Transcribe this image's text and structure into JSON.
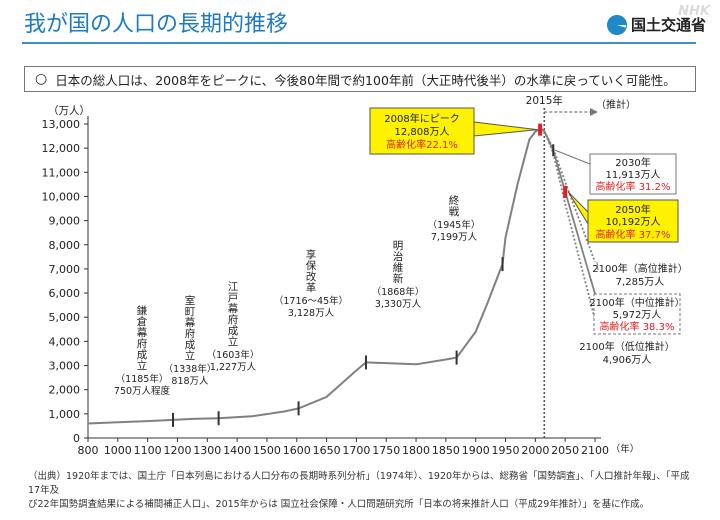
{
  "page": {
    "title": "我が国の人口の長期的推移",
    "ministry": "国土交通省",
    "watermark": "NHK",
    "summary_mark": "○",
    "summary": "日本の総人口は、2008年をピークに、今後80年間で約100年前（大正時代後半）の水準に戻っていく可能性。",
    "footer_line1": "（出典）1920年までは、国土庁「日本列島における人口分布の長期時系列分析」（1974年）、1920年からは、総務省「国勢調査」、「人口推計年報」、「平成17年及",
    "footer_line2": "び22年国勢調査結果による補間補正人口」、2015年からは 国立社会保障・人口問題研究所「日本の将来推計人口（平成29年推計）」を基に作成。"
  },
  "chart_data": {
    "type": "line",
    "ylabel": "（万人）",
    "xlabel": "（年）",
    "xlim": [
      800,
      2100
    ],
    "ylim": [
      0,
      13000
    ],
    "x_ticks": [
      800,
      1000,
      1100,
      1200,
      1300,
      1400,
      1500,
      1600,
      1650,
      1700,
      1750,
      1800,
      1850,
      1900,
      1950,
      2000,
      2050,
      2100
    ],
    "x_tick_labels": [
      "800",
      "1000",
      "1100",
      "1200",
      "1300",
      "1400",
      "1500",
      "1600",
      "1650",
      "1700",
      "1750",
      "1800",
      "1850",
      "1900",
      "1950",
      "2000",
      "2050",
      "2100"
    ],
    "y_ticks": [
      0,
      1000,
      2000,
      3000,
      4000,
      5000,
      6000,
      7000,
      8000,
      9000,
      10000,
      11000,
      12000,
      13000
    ],
    "y_tick_labels": [
      "0",
      "1,000",
      "2,000",
      "3,000",
      "4,000",
      "5,000",
      "6,000",
      "7,000",
      "8,000",
      "9,000",
      "10,000",
      "11,000",
      "12,000",
      "13,000"
    ],
    "grid": false,
    "colors": {
      "line": "#808080",
      "marker": "#333333",
      "peak": "#e02020",
      "callout_fill": "#fff200",
      "high_rate": "#e02020"
    },
    "series": [
      {
        "key": "historical",
        "x": [
          800,
          1000,
          1100,
          1185,
          1250,
          1338,
          1450,
          1560,
          1603,
          1650,
          1700,
          1716,
          1750,
          1800,
          1850,
          1868,
          1900,
          1920,
          1945,
          1950,
          1970,
          1990,
          2000,
          2008,
          2015
        ],
        "y": [
          600,
          650,
          700,
          750,
          790,
          818,
          900,
          1100,
          1227,
          1700,
          2800,
          3128,
          3100,
          3050,
          3250,
          3330,
          4400,
          5600,
          7199,
          8300,
          10500,
          12360,
          12690,
          12808,
          12710
        ]
      },
      {
        "key": "projection_high",
        "x": [
          2015,
          2030,
          2050,
          2100
        ],
        "y": [
          12710,
          12000,
          10600,
          7285
        ]
      },
      {
        "key": "projection_mid",
        "x": [
          2015,
          2030,
          2050,
          2100
        ],
        "y": [
          12710,
          11913,
          10192,
          5972
        ]
      },
      {
        "key": "projection_low",
        "x": [
          2015,
          2030,
          2050,
          2100
        ],
        "y": [
          12710,
          11800,
          9700,
          4906
        ]
      }
    ],
    "events": [
      {
        "year": 1185,
        "value": 750,
        "name": "鎌倉幕府成立",
        "detail": "（1185年）",
        "amount": "750万人程度"
      },
      {
        "year": 1338,
        "value": 818,
        "name": "室町幕府成立",
        "detail": "（1338年）",
        "amount": "818万人"
      },
      {
        "year": 1603,
        "value": 1227,
        "name": "江戸幕府成立",
        "detail": "（1603年）",
        "amount": "1,227万人"
      },
      {
        "year": 1716,
        "value": 3128,
        "name": "享保改革",
        "detail": "（1716～45年）",
        "amount": "3,128万人"
      },
      {
        "year": 1868,
        "value": 3330,
        "name": "明治維新",
        "detail": "（1868年）",
        "amount": "3,330万人"
      },
      {
        "year": 1945,
        "value": 7199,
        "name": "終戦",
        "detail": "（1945年）",
        "amount": "7,199万人"
      }
    ],
    "annotations": {
      "peak_line1": "2008年にピーク",
      "peak_line2": "12,808万人",
      "peak_line3": "高齢化率22.1%",
      "start_2015": "2015年",
      "projection_label": "（推計）",
      "y2030_line1": "2030年",
      "y2030_line2": "11,913万人",
      "y2030_line3": "高齢化率 31.2%",
      "y2050_line1": "2050年",
      "y2050_line2": "10,192万人",
      "y2050_line3": "高齢化率 37.7%",
      "high_line1": "2100年（高位推計）",
      "high_line2": "7,285万人",
      "mid_line1": "2100年（中位推計）",
      "mid_line2": "5,972万人",
      "mid_line3": "高齢化率 38.3%",
      "low_line1": "2100年（低位推計）",
      "low_line2": "4,906万人"
    }
  }
}
